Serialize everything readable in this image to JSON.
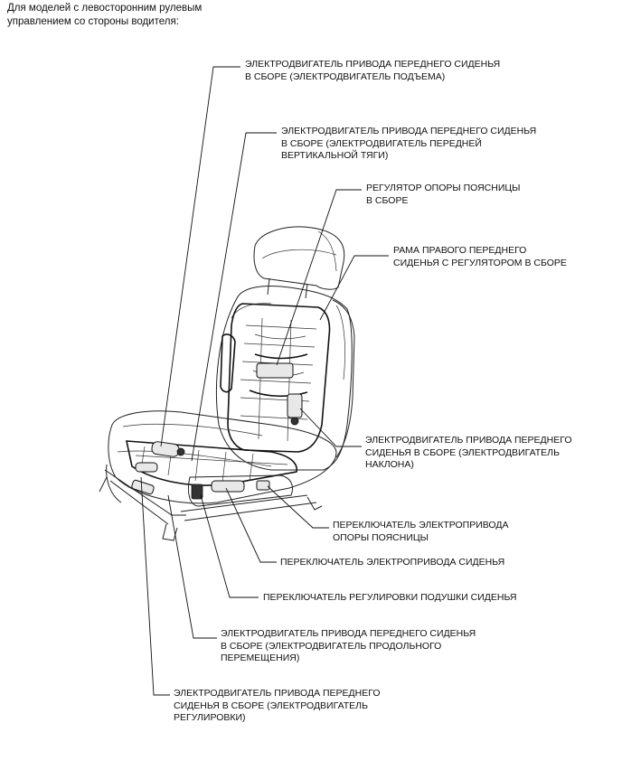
{
  "header": {
    "line1": "Для моделей с левосторонним рулевым",
    "line2": "управлением со стороны водителя:"
  },
  "callouts": {
    "lifter_motor": "ЭЛЕКТРОДВИГАТЕЛЬ ПРИВОДА ПЕРЕДНЕГО СИДЕНЬЯ\nВ СБОРЕ (ЭЛЕКТРОДВИГАТЕЛЬ ПОДЪЕМА)",
    "front_vertical_motor": "ЭЛЕКТРОДВИГАТЕЛЬ ПРИВОДА ПЕРЕДНЕГО СИДЕНЬЯ\nВ СБОРЕ (ЭЛЕКТРОДВИГАТЕЛЬ ПЕРЕДНЕЙ\nВЕРТИКАЛЬНОЙ ТЯГИ)",
    "lumbar_adjuster": "РЕГУЛЯТОР ОПОРЫ ПОЯСНИЦЫ\nВ СБОРЕ",
    "seat_frame": "РАМА ПРАВОГО ПЕРЕДНЕГО\nСИДЕНЬЯ С РЕГУЛЯТОРОМ В СБОРЕ",
    "reclining_motor": "ЭЛЕКТРОДВИГАТЕЛЬ ПРИВОДА ПЕРЕДНЕГО\nСИДЕНЬЯ В СБОРЕ (ЭЛЕКТРОДВИГАТЕЛЬ\nНАКЛОНА)",
    "lumbar_switch": "ПЕРЕКЛЮЧАТЕЛЬ ЭЛЕКТРОПРИВОДА\nОПОРЫ ПОЯСНИЦЫ",
    "seat_switch": "ПЕРЕКЛЮЧАТЕЛЬ ЭЛЕКТРОПРИВОДА СИДЕНЬЯ",
    "cushion_switch": "ПЕРЕКЛЮЧАТЕЛЬ РЕГУЛИРОВКИ ПОДУШКИ СИДЕНЬЯ",
    "slide_motor": "ЭЛЕКТРОДВИГАТЕЛЬ ПРИВОДА ПЕРЕДНЕГО СИДЕНЬЯ\nВ СБОРЕ (ЭЛЕКТРОДВИГАТЕЛЬ ПРОДОЛЬНОГО\nПЕРЕМЕЩЕНИЯ)",
    "adjust_motor": "ЭЛЕКТРОДВИГАТЕЛЬ ПРИВОДА ПЕРЕДНЕГО\nСИДЕНЬЯ В СБОРЕ (ЭЛЕКТРОДВИГАТЕЛЬ\nРЕГУЛИРОВКИ)"
  }
}
